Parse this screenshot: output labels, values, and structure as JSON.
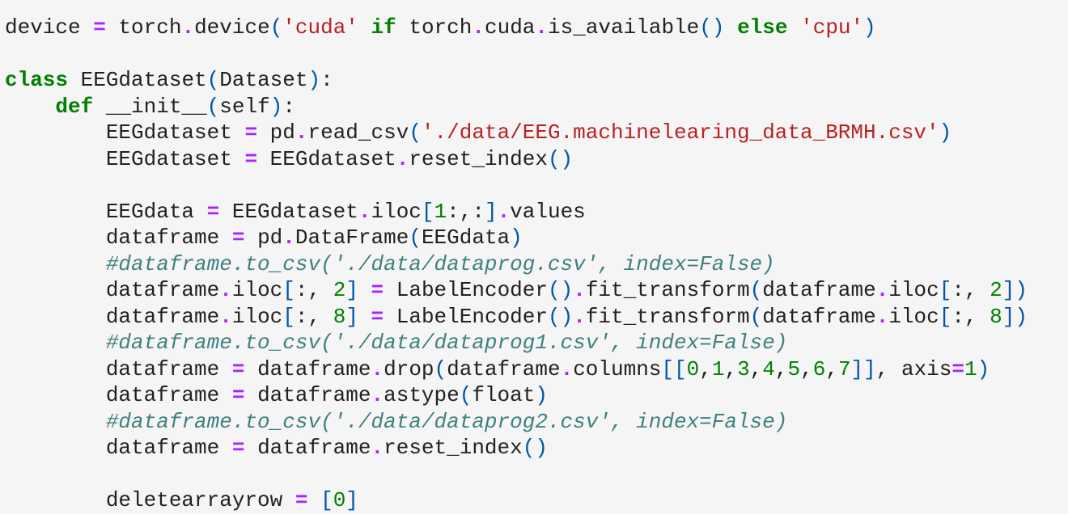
{
  "cell": {
    "lines": [
      [
        [
          "nm",
          "device "
        ],
        [
          "op",
          "="
        ],
        [
          "nm",
          " torch"
        ],
        [
          "op",
          "."
        ],
        [
          "nm",
          "device"
        ],
        [
          "paren",
          "("
        ],
        [
          "str",
          "'cuda'"
        ],
        [
          "nm",
          " "
        ],
        [
          "kw",
          "if"
        ],
        [
          "nm",
          " torch"
        ],
        [
          "op",
          "."
        ],
        [
          "nm",
          "cuda"
        ],
        [
          "op",
          "."
        ],
        [
          "nm",
          "is_available"
        ],
        [
          "paren",
          "()"
        ],
        [
          "nm",
          " "
        ],
        [
          "kw",
          "else"
        ],
        [
          "nm",
          " "
        ],
        [
          "str",
          "'cpu'"
        ],
        [
          "paren",
          ")"
        ]
      ],
      [],
      [
        [
          "kw",
          "class"
        ],
        [
          "nm",
          " EEGdataset"
        ],
        [
          "paren",
          "("
        ],
        [
          "nm",
          "Dataset"
        ],
        [
          "paren",
          ")"
        ],
        [
          "nm",
          ":"
        ]
      ],
      [
        [
          "nm",
          "    "
        ],
        [
          "kw",
          "def"
        ],
        [
          "nm",
          " __init__"
        ],
        [
          "paren",
          "("
        ],
        [
          "nm",
          "self"
        ],
        [
          "paren",
          ")"
        ],
        [
          "nm",
          ":"
        ]
      ],
      [
        [
          "nm",
          "        EEGdataset "
        ],
        [
          "op",
          "="
        ],
        [
          "nm",
          " pd"
        ],
        [
          "op",
          "."
        ],
        [
          "nm",
          "read_csv"
        ],
        [
          "paren",
          "("
        ],
        [
          "str",
          "'./data/EEG.machinelearing_data_BRMH.csv'"
        ],
        [
          "paren",
          ")"
        ]
      ],
      [
        [
          "nm",
          "        EEGdataset "
        ],
        [
          "op",
          "="
        ],
        [
          "nm",
          " EEGdataset"
        ],
        [
          "op",
          "."
        ],
        [
          "nm",
          "reset_index"
        ],
        [
          "paren",
          "()"
        ]
      ],
      [],
      [
        [
          "nm",
          "        EEGdata "
        ],
        [
          "op",
          "="
        ],
        [
          "nm",
          " EEGdataset"
        ],
        [
          "op",
          "."
        ],
        [
          "nm",
          "iloc"
        ],
        [
          "paren",
          "["
        ],
        [
          "num",
          "1"
        ],
        [
          "nm",
          ":,:"
        ],
        [
          "paren",
          "]"
        ],
        [
          "op",
          "."
        ],
        [
          "nm",
          "values"
        ]
      ],
      [
        [
          "nm",
          "        dataframe "
        ],
        [
          "op",
          "="
        ],
        [
          "nm",
          " pd"
        ],
        [
          "op",
          "."
        ],
        [
          "nm",
          "DataFrame"
        ],
        [
          "paren",
          "("
        ],
        [
          "nm",
          "EEGdata"
        ],
        [
          "paren",
          ")"
        ]
      ],
      [
        [
          "nm",
          "        "
        ],
        [
          "cm",
          "#dataframe.to_csv('./data/dataprog.csv', index=False)"
        ]
      ],
      [
        [
          "nm",
          "        dataframe"
        ],
        [
          "op",
          "."
        ],
        [
          "nm",
          "iloc"
        ],
        [
          "paren",
          "["
        ],
        [
          "nm",
          ":, "
        ],
        [
          "num",
          "2"
        ],
        [
          "paren",
          "]"
        ],
        [
          "nm",
          " "
        ],
        [
          "op",
          "="
        ],
        [
          "nm",
          " LabelEncoder"
        ],
        [
          "paren",
          "()"
        ],
        [
          "op",
          "."
        ],
        [
          "nm",
          "fit_transform"
        ],
        [
          "paren",
          "("
        ],
        [
          "nm",
          "dataframe"
        ],
        [
          "op",
          "."
        ],
        [
          "nm",
          "iloc"
        ],
        [
          "paren",
          "["
        ],
        [
          "nm",
          ":, "
        ],
        [
          "num",
          "2"
        ],
        [
          "paren",
          "])"
        ]
      ],
      [
        [
          "nm",
          "        dataframe"
        ],
        [
          "op",
          "."
        ],
        [
          "nm",
          "iloc"
        ],
        [
          "paren",
          "["
        ],
        [
          "nm",
          ":, "
        ],
        [
          "num",
          "8"
        ],
        [
          "paren",
          "]"
        ],
        [
          "nm",
          " "
        ],
        [
          "op",
          "="
        ],
        [
          "nm",
          " LabelEncoder"
        ],
        [
          "paren",
          "()"
        ],
        [
          "op",
          "."
        ],
        [
          "nm",
          "fit_transform"
        ],
        [
          "paren",
          "("
        ],
        [
          "nm",
          "dataframe"
        ],
        [
          "op",
          "."
        ],
        [
          "nm",
          "iloc"
        ],
        [
          "paren",
          "["
        ],
        [
          "nm",
          ":, "
        ],
        [
          "num",
          "8"
        ],
        [
          "paren",
          "])"
        ]
      ],
      [
        [
          "nm",
          "        "
        ],
        [
          "cm",
          "#dataframe.to_csv('./data/dataprog1.csv', index=False)"
        ]
      ],
      [
        [
          "nm",
          "        dataframe "
        ],
        [
          "op",
          "="
        ],
        [
          "nm",
          " dataframe"
        ],
        [
          "op",
          "."
        ],
        [
          "nm",
          "drop"
        ],
        [
          "paren",
          "("
        ],
        [
          "nm",
          "dataframe"
        ],
        [
          "op",
          "."
        ],
        [
          "nm",
          "columns"
        ],
        [
          "paren",
          "[["
        ],
        [
          "num",
          "0"
        ],
        [
          "nm",
          ","
        ],
        [
          "num",
          "1"
        ],
        [
          "nm",
          ","
        ],
        [
          "num",
          "3"
        ],
        [
          "nm",
          ","
        ],
        [
          "num",
          "4"
        ],
        [
          "nm",
          ","
        ],
        [
          "num",
          "5"
        ],
        [
          "nm",
          ","
        ],
        [
          "num",
          "6"
        ],
        [
          "nm",
          ","
        ],
        [
          "num",
          "7"
        ],
        [
          "paren",
          "]]"
        ],
        [
          "nm",
          ", axis"
        ],
        [
          "op",
          "="
        ],
        [
          "num",
          "1"
        ],
        [
          "paren",
          ")"
        ]
      ],
      [
        [
          "nm",
          "        dataframe "
        ],
        [
          "op",
          "="
        ],
        [
          "nm",
          " dataframe"
        ],
        [
          "op",
          "."
        ],
        [
          "nm",
          "astype"
        ],
        [
          "paren",
          "("
        ],
        [
          "nm",
          "float"
        ],
        [
          "paren",
          ")"
        ]
      ],
      [
        [
          "nm",
          "        "
        ],
        [
          "cm",
          "#dataframe.to_csv('./data/dataprog2.csv', index=False)"
        ]
      ],
      [
        [
          "nm",
          "        dataframe "
        ],
        [
          "op",
          "="
        ],
        [
          "nm",
          " dataframe"
        ],
        [
          "op",
          "."
        ],
        [
          "nm",
          "reset_index"
        ],
        [
          "paren",
          "()"
        ]
      ],
      [],
      [
        [
          "nm",
          "        deletearrayrow "
        ],
        [
          "op",
          "="
        ],
        [
          "nm",
          " "
        ],
        [
          "paren",
          "["
        ],
        [
          "num",
          "0"
        ],
        [
          "paren",
          "]"
        ]
      ]
    ]
  }
}
